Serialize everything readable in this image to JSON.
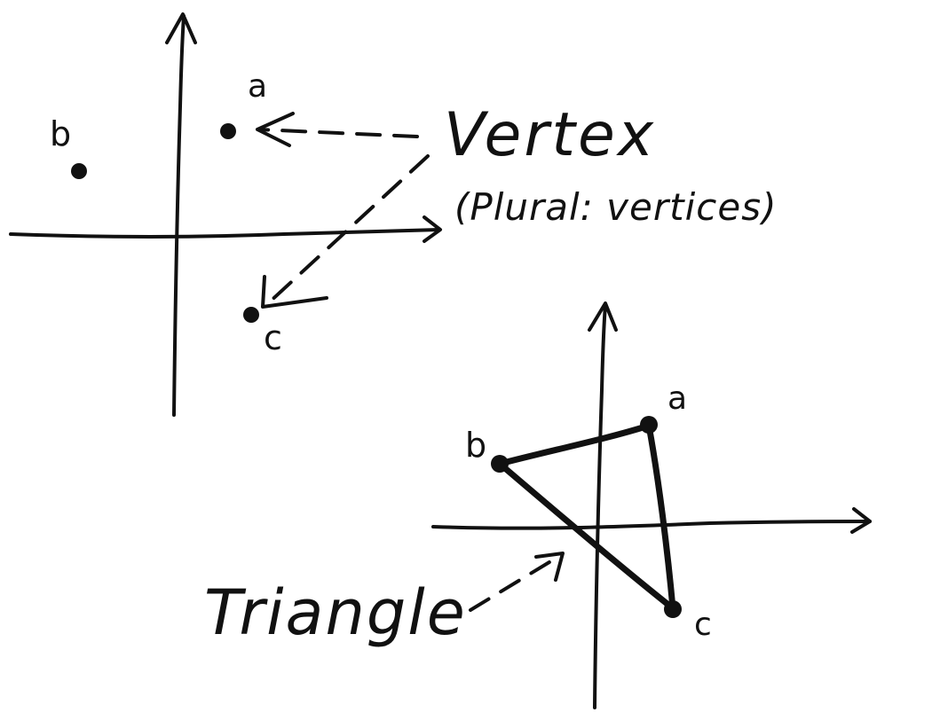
{
  "colors": {
    "ink": "#111111",
    "background": "#ffffff"
  },
  "figure_1": {
    "points": {
      "a": "a",
      "b": "b",
      "c": "c"
    },
    "callout": {
      "title": "Vertex",
      "subtitle": "(Plural: vertices)"
    }
  },
  "figure_2": {
    "points": {
      "a": "a",
      "b": "b",
      "c": "c"
    },
    "callout": {
      "title": "Triangle"
    }
  }
}
